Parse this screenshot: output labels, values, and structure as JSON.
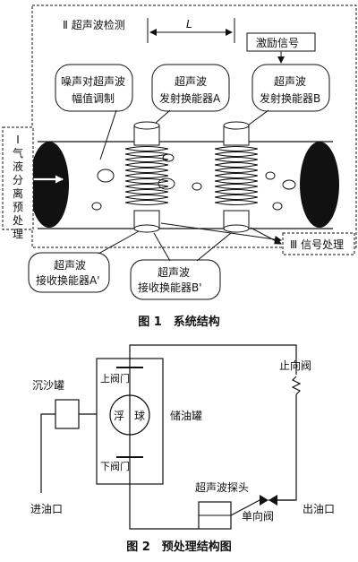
{
  "figure1": {
    "section_ii": "Ⅱ 超声波检测",
    "length_label": "L",
    "excitation": "激励信号",
    "noise_line1": "噪声对超声波",
    "noise_line2": "幅值调制",
    "transmitter_a_line1": "超声波",
    "transmitter_a_line2": "发射换能器A",
    "transmitter_b_line1": "超声波",
    "transmitter_b_line2": "发射换能器B",
    "section_i_chars": [
      "Ⅰ",
      "气",
      "液",
      "分",
      "离",
      "预",
      "处",
      "理"
    ],
    "section_iii": "Ⅲ 信号处理",
    "receiver_a_line1": "超声波",
    "receiver_a_line2": "接收换能器A'",
    "receiver_b_line1": "超声波",
    "receiver_b_line2": "接收换能器B'",
    "caption": "图 1　系统结构"
  },
  "figure2": {
    "sand_tank": "沉沙罐",
    "upper_valve": "上阀门",
    "lower_valve": "下阀门",
    "float_left": "浮",
    "float_right": "球",
    "oil_tank": "储油罐",
    "check_valve_top": "止向阀",
    "probe": "超声波探头",
    "one_way_valve": "单向阀",
    "inlet": "进油口",
    "outlet": "出油口",
    "caption": "图 2　预处理结构图"
  }
}
